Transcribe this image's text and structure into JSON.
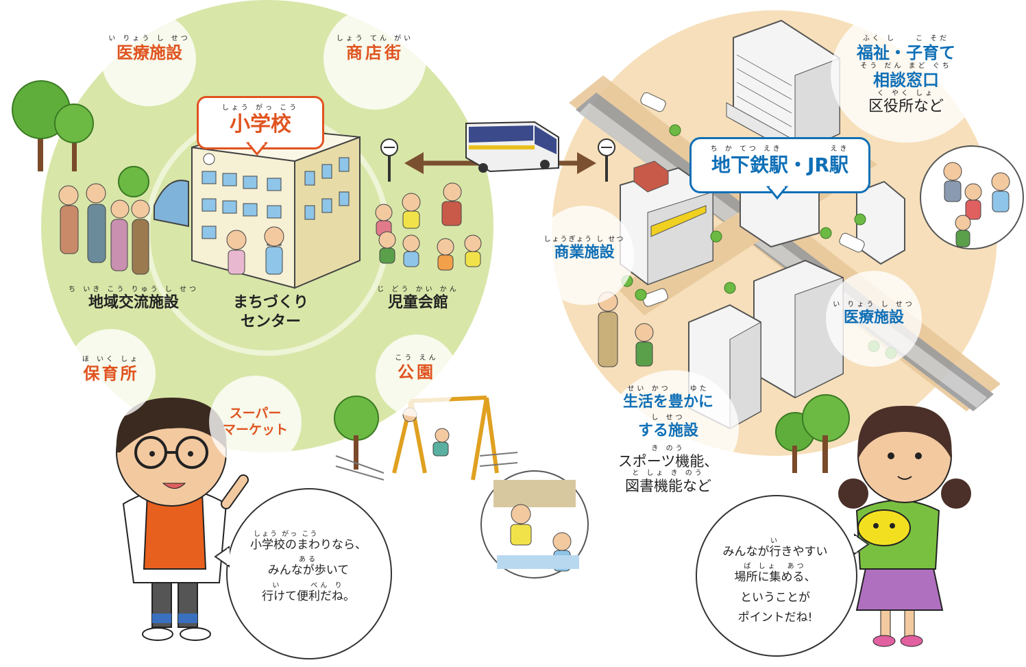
{
  "colors": {
    "left_circle": "#d8e6a8",
    "right_circle": "#f6dfba",
    "orange_label": "#e0531f",
    "blue_label": "#0f6fb6",
    "arrow": "#7a5030"
  },
  "left": {
    "medical": {
      "ruby": "い りょう し せつ",
      "text": "医療施設"
    },
    "shops": {
      "ruby": "しょう てん がい",
      "text": "商店街"
    },
    "school": {
      "ruby": "しょう がっ こう",
      "text": "小学校"
    },
    "community": {
      "ruby": "ち いき こう りゅう し せつ",
      "text": "地域交流施設"
    },
    "center": {
      "line1": "まちづくり",
      "line2": "センター"
    },
    "childrens_hall": {
      "ruby": "じ どう かい かん",
      "text": "児童会館"
    },
    "nursery": {
      "ruby": "ほ いく しょ",
      "text": "保育所"
    },
    "supermarket": {
      "line1": "スーパー",
      "line2": "マーケット"
    },
    "park": {
      "ruby": "こう えん",
      "text": "公園"
    }
  },
  "right": {
    "welfare": {
      "ruby1": "ふく し　　こ そだ",
      "line1": "福祉・子育て",
      "ruby2": "そう だん まど ぐち",
      "line2": "相談窓口",
      "ruby3": "く やく しょ",
      "line3": "区役所など"
    },
    "station": {
      "ruby": "ち か てつ えき　　　　　えき",
      "text": "地下鉄駅・JR駅"
    },
    "commercial": {
      "ruby": "しょうぎょう し せつ",
      "text": "商業施設"
    },
    "medical": {
      "ruby": "い りょう し せつ",
      "text": "医療施設"
    },
    "living": {
      "ruby1": "せい かつ　　ゆた",
      "line1": "生活を豊かに",
      "ruby2": "し せつ",
      "line2": "する施設",
      "ruby3": "き のう",
      "line3": "スポーツ機能、",
      "ruby4": "と しょ き のう",
      "line4": "図書機能など"
    }
  },
  "speech_boy": {
    "ruby1": "しょう がっ こう",
    "line1": "小学校のまわりなら、",
    "ruby2": "ある",
    "line2": "みんなが歩いて",
    "ruby3": "い　　　べん り",
    "line3": "行けて便利だね。"
  },
  "speech_girl": {
    "ruby1": "い",
    "line1": "みんなが行きやすい",
    "ruby2": "ば しょ　あつ",
    "line2": "場所に集める、",
    "line3": "ということが",
    "line4": "ポイントだね!"
  }
}
